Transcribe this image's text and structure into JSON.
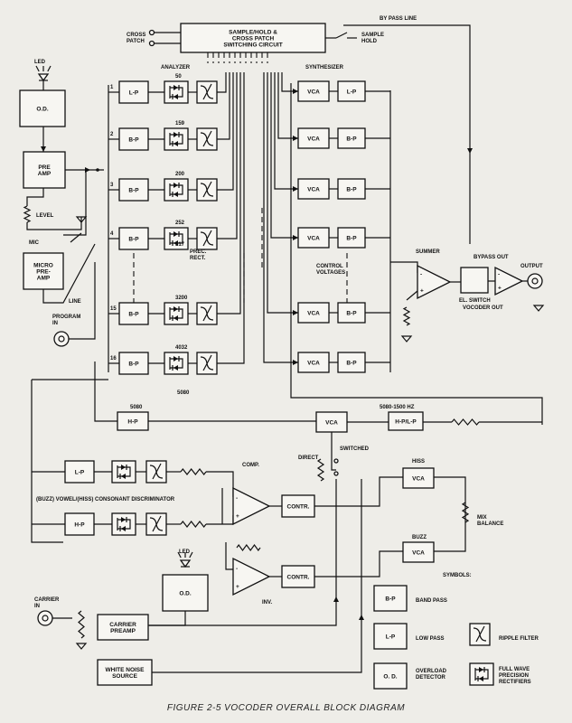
{
  "caption": "FIGURE 2-5 VOCODER OVERALL BLOCK DIAGRAM",
  "top": {
    "cross_patch": [
      "CROSS",
      "PATCH"
    ],
    "switching_circuit": [
      "SAMPLE/HOLD &",
      "CROSS PATCH",
      "SWITCHING CIRCUIT"
    ],
    "sample_hold": [
      "SAMPLE",
      "HOLD"
    ],
    "bypass_line": "BY PASS LINE"
  },
  "input_chain": {
    "led": "LED",
    "od": "O.D.",
    "preamp": [
      "PRE",
      "AMP"
    ],
    "level": "LEVEL",
    "mic": "MIC",
    "micro_preamp": [
      "MICRO",
      "PRE-",
      "AMP"
    ],
    "line": "LINE",
    "program_in": [
      "PROGRAM",
      "IN"
    ]
  },
  "analyzer": {
    "title": "ANALYZER",
    "channels": [
      {
        "num": "1",
        "filter": "L-P",
        "freq": "50"
      },
      {
        "num": "2",
        "filter": "B-P",
        "freq": "159"
      },
      {
        "num": "3",
        "filter": "B-P",
        "freq": "200"
      },
      {
        "num": "4",
        "filter": "B-P",
        "freq": "252"
      },
      {
        "num": "15",
        "filter": "B-P",
        "freq": "3200"
      },
      {
        "num": "16",
        "filter": "B-P",
        "freq": "4032"
      }
    ],
    "extra_freqs": [
      "317",
      "5080"
    ],
    "prec_rect": [
      "PREC.",
      "RECT."
    ]
  },
  "synthesizer": {
    "title": "SYNTHESIZER",
    "vca": "VCA",
    "filters": [
      "L-P",
      "B-P",
      "B-P",
      "B-P",
      "B-P",
      "B-P"
    ],
    "control_voltages": [
      "CONTROL",
      "VOLTAGES"
    ],
    "summer": "SUMMER",
    "bypass_out": "BYPASS OUT",
    "el_switch": "EL. SWITCH",
    "vocoder_out": "VOCODER OUT",
    "output": "OUTPUT"
  },
  "lower": {
    "f5080": "5080",
    "hp": "H-P",
    "lp": "L-P",
    "vca": "VCA",
    "band": "5080-1500 HZ",
    "hplp": "H-P/L-P",
    "direct": "DIRECT",
    "switched": "SWITCHED",
    "comp": "COMP.",
    "discriminator": "(BUZZ) VOWEL/(HISS) CONSONANT DISCRIMINATOR",
    "contr": "CONTR.",
    "inv": "INV.",
    "hiss": "HISS",
    "buzz": "BUZZ",
    "mix_balance": [
      "MIX",
      "BALANCE"
    ],
    "led": "LED",
    "od": "O.D.",
    "carrier_in": [
      "CARRIER",
      "IN"
    ],
    "carrier_preamp": [
      "CARRIER",
      "PREAMP"
    ],
    "white_noise": [
      "WHITE NOISE",
      "SOURCE"
    ]
  },
  "symbols": {
    "title": "SYMBOLS:",
    "bp": "B-P",
    "bp_desc": "BAND PASS",
    "lp": "L-P",
    "lp_desc": "LOW PASS",
    "od": "O. D.",
    "od_desc": [
      "OVERLOAD",
      "DETECTOR"
    ],
    "ripple": "RIPPLE FILTER",
    "fullwave": [
      "FULL WAVE",
      "PRECISION",
      "RECTIFIERS"
    ]
  }
}
